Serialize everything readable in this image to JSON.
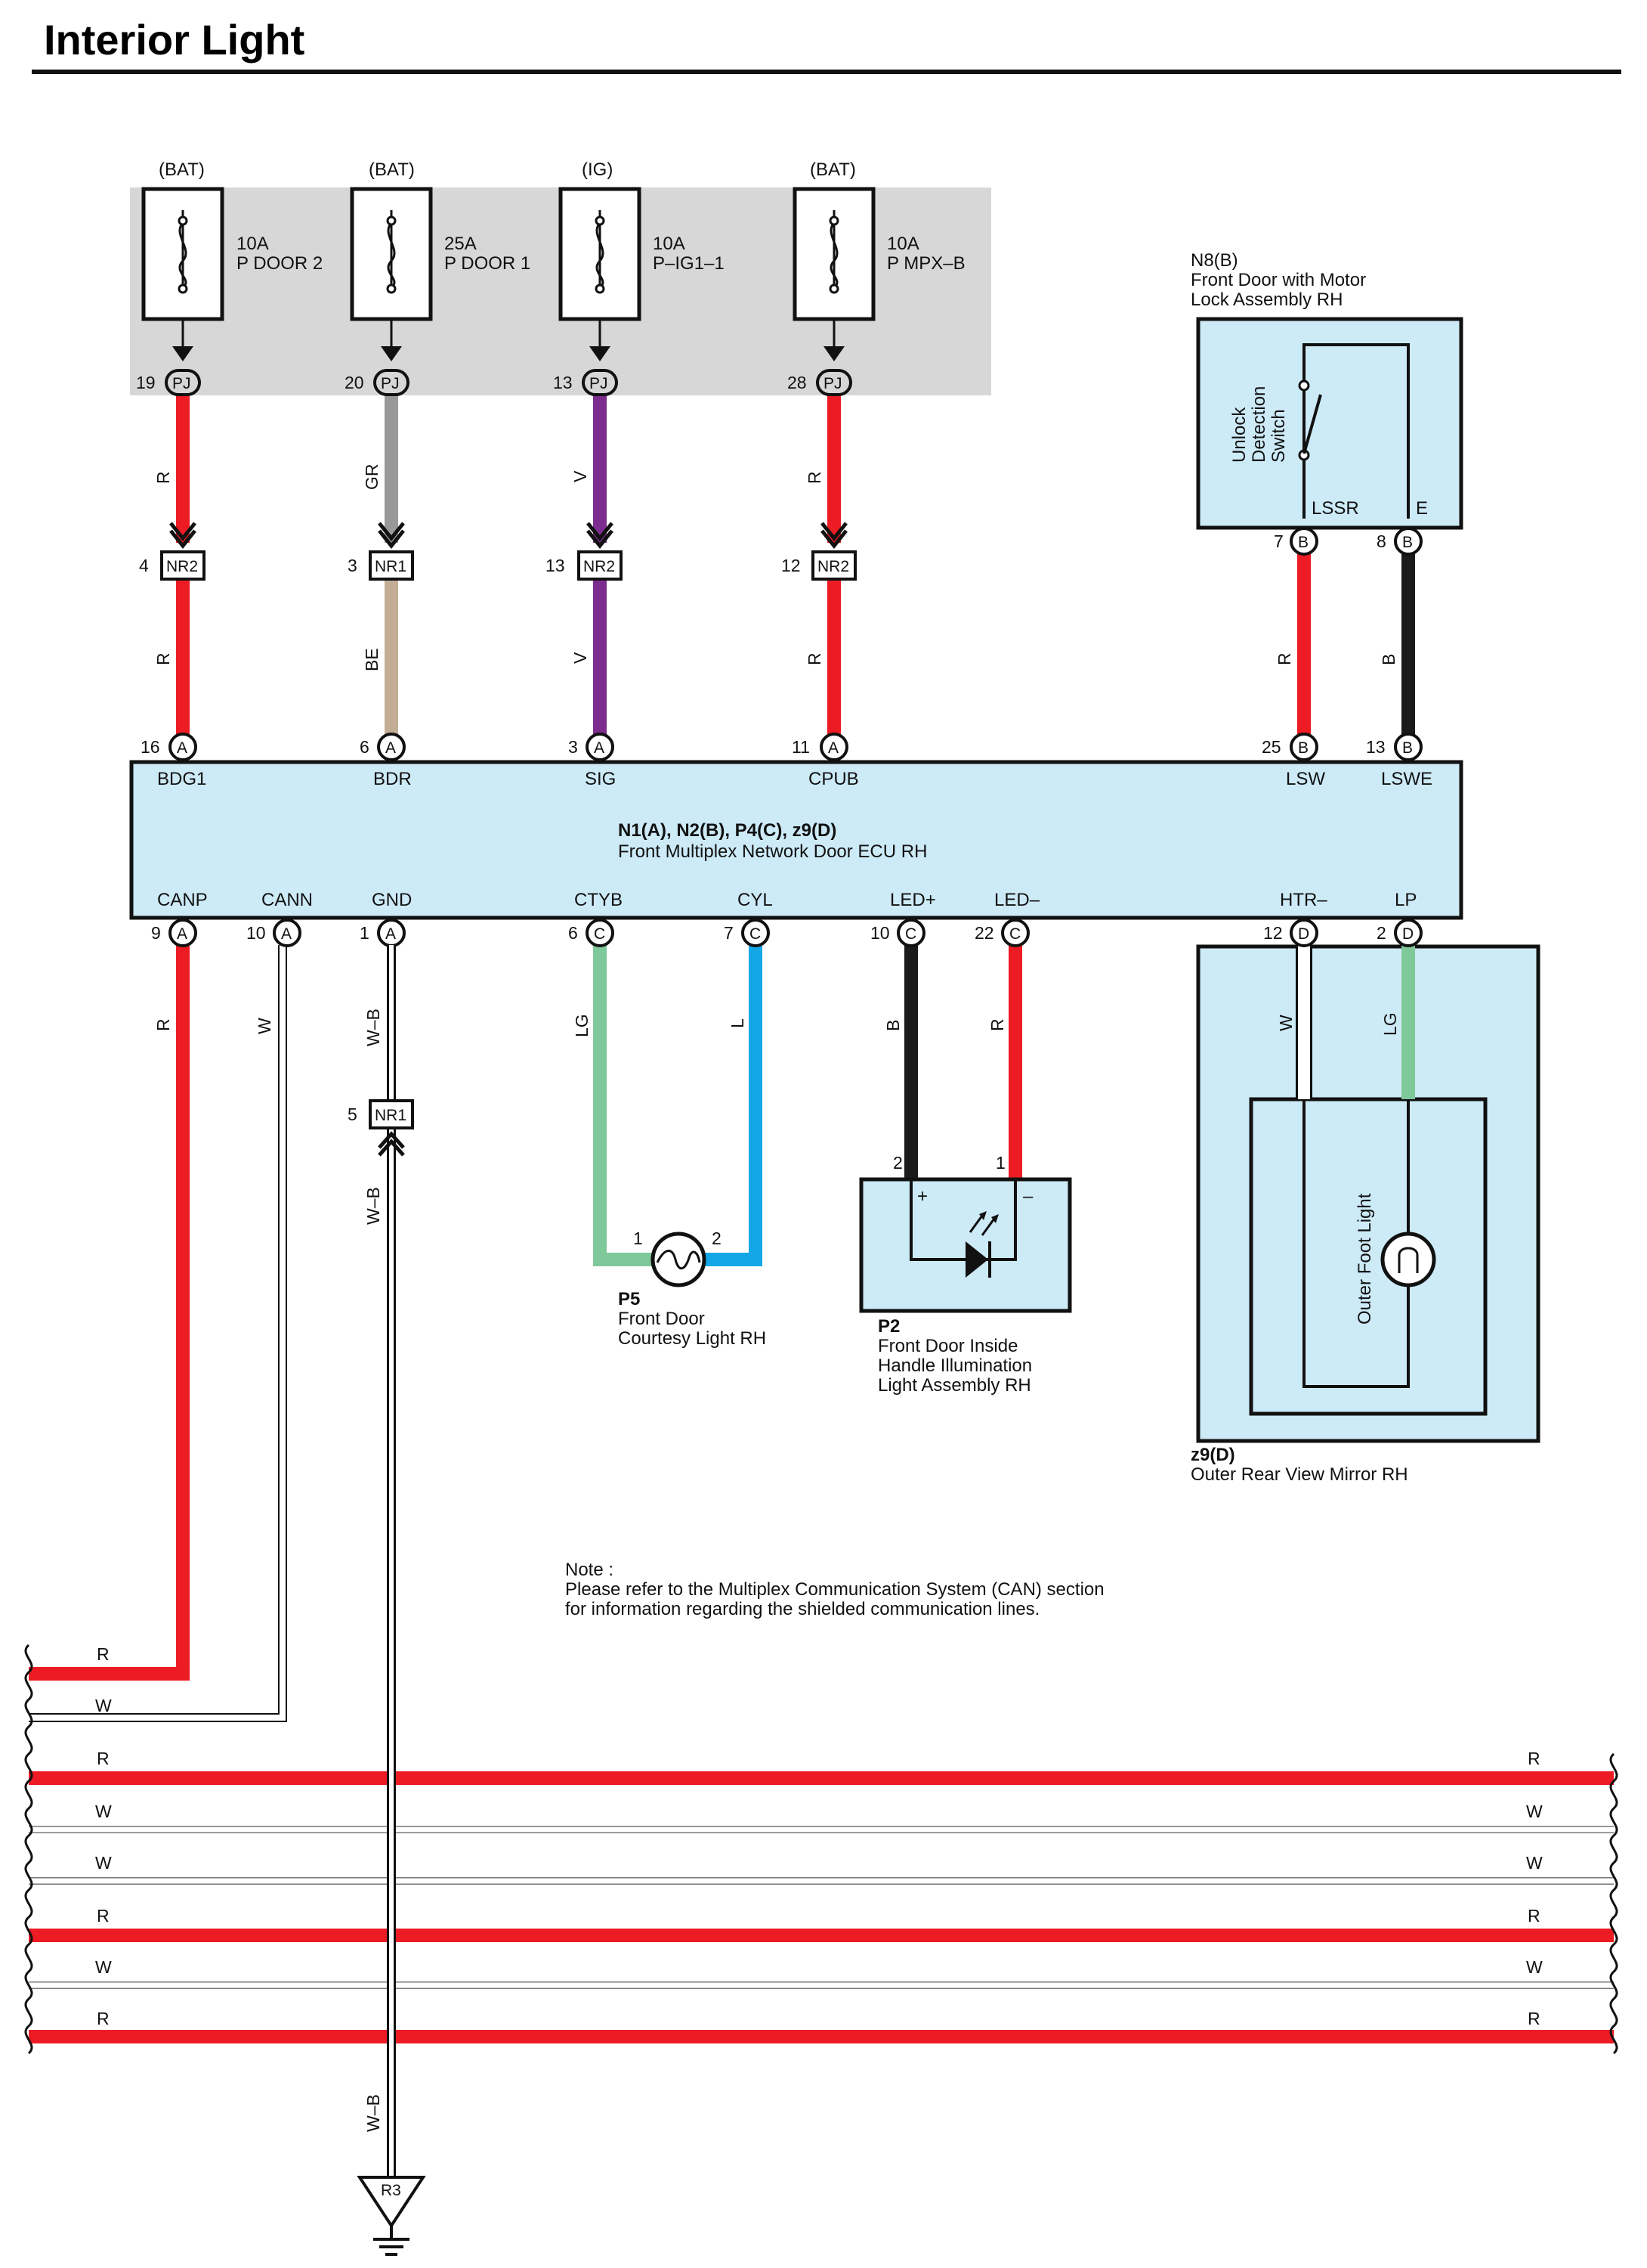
{
  "header": {
    "title": "Interior Light"
  },
  "colors": {
    "R": "#ed1c24",
    "GR": "#999999",
    "V": "#7b2c8e",
    "BE": "#c3ad94",
    "B": "#1a1a1a",
    "LG": "#7fc89a",
    "L": "#14a7e8",
    "W": "#ffffff",
    "box": "#cdeaf7",
    "fuse_panel": "#d7d7d8"
  },
  "fuses": [
    {
      "source": "(BAT)",
      "rating": "10A",
      "name": "P DOOR 2",
      "pin": "19",
      "conn": "PJ"
    },
    {
      "source": "(BAT)",
      "rating": "25A",
      "name": "P DOOR 1",
      "pin": "20",
      "conn": "PJ"
    },
    {
      "source": "(IG)",
      "rating": "10A",
      "name": "P–IG1–1",
      "pin": "13",
      "conn": "PJ"
    },
    {
      "source": "(BAT)",
      "rating": "10A",
      "name": "P MPX–B",
      "pin": "28",
      "conn": "PJ"
    }
  ],
  "splices": [
    {
      "pin": "4",
      "name": "NR2",
      "wire_top": "R",
      "wire_bottom": "R"
    },
    {
      "pin": "3",
      "name": "NR1",
      "wire_top": "GR",
      "wire_bottom": "BE"
    },
    {
      "pin": "13",
      "name": "NR2",
      "wire_top": "V",
      "wire_bottom": "V"
    },
    {
      "pin": "12",
      "name": "NR2",
      "wire_top": "R",
      "wire_bottom": "R"
    }
  ],
  "ecu": {
    "title": "N1(A), N2(B), P4(C), z9(D)",
    "subtitle": "Front Multiplex Network Door ECU RH",
    "top_pins": [
      {
        "pin": "16",
        "conn": "A",
        "label": "BDG1"
      },
      {
        "pin": "6",
        "conn": "A",
        "label": "BDR"
      },
      {
        "pin": "3",
        "conn": "A",
        "label": "SIG"
      },
      {
        "pin": "11",
        "conn": "A",
        "label": "CPUB"
      },
      {
        "pin": "25",
        "conn": "B",
        "label": "LSW"
      },
      {
        "pin": "13",
        "conn": "B",
        "label": "LSWE"
      }
    ],
    "bottom_pins": [
      {
        "pin": "9",
        "conn": "A",
        "label": "CANP",
        "wire": "R"
      },
      {
        "pin": "10",
        "conn": "A",
        "label": "CANN",
        "wire": "W"
      },
      {
        "pin": "1",
        "conn": "A",
        "label": "GND",
        "wire": "W–B"
      },
      {
        "pin": "6",
        "conn": "C",
        "label": "CTYB",
        "wire": "LG"
      },
      {
        "pin": "7",
        "conn": "C",
        "label": "CYL",
        "wire": "L"
      },
      {
        "pin": "10",
        "conn": "C",
        "label": "LED+",
        "wire": "B"
      },
      {
        "pin": "22",
        "conn": "C",
        "label": "LED–",
        "wire": "R"
      },
      {
        "pin": "12",
        "conn": "D",
        "label": "HTR–",
        "wire": "W"
      },
      {
        "pin": "2",
        "conn": "D",
        "label": "LP",
        "wire": "LG"
      }
    ]
  },
  "n8": {
    "code": "N8(B)",
    "name_1": "Front Door with Motor",
    "name_2": "Lock Assembly RH",
    "switch_1": "Unlock",
    "switch_2": "Detection",
    "switch_3": "Switch",
    "term_1": "LSSR",
    "term_2": "E",
    "pin_1": "7",
    "pin_2": "8",
    "conn": "B",
    "wire_1": "R",
    "wire_2": "B"
  },
  "gnd_splice": {
    "pin": "5",
    "name": "NR1",
    "wire": "W–B"
  },
  "p5": {
    "code": "P5",
    "name_1": "Front Door",
    "name_2": "Courtesy Light RH",
    "pin_1": "1",
    "pin_2": "2"
  },
  "p2": {
    "code": "P2",
    "name_1": "Front Door Inside",
    "name_2": "Handle Illumination",
    "name_3": "Light Assembly RH",
    "pin_1": "2",
    "pin_2": "1",
    "plus": "+",
    "minus": "–"
  },
  "z9": {
    "code": "z9(D)",
    "name": "Outer Rear View Mirror RH",
    "lamp": "Outer Foot Light"
  },
  "note": {
    "line1": "Note :",
    "line2": "Please refer to the Multiplex Communication System (CAN) section",
    "line3": "for information regarding the shielded communication lines."
  },
  "bus_left": [
    "R",
    "W"
  ],
  "bus_lines": [
    {
      "wire": "R"
    },
    {
      "wire": "W"
    },
    {
      "wire": "W"
    },
    {
      "wire": "R"
    },
    {
      "wire": "W"
    },
    {
      "wire": "R"
    }
  ],
  "ground": {
    "name": "R3",
    "wire": "W–B"
  }
}
